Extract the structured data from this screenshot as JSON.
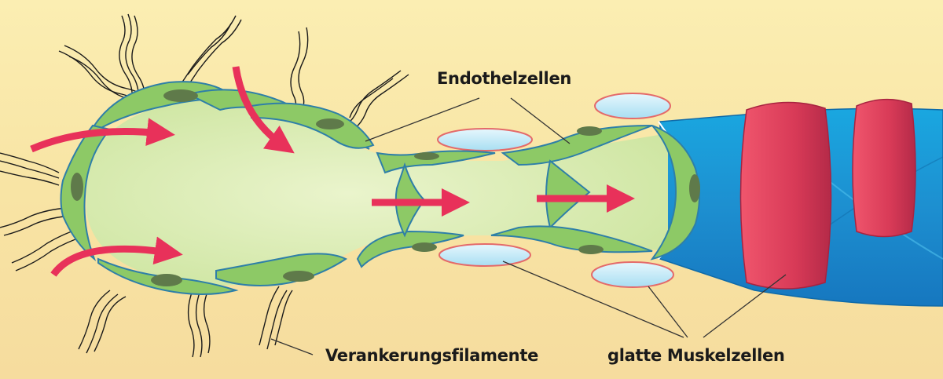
{
  "labels": {
    "endothelzellen": "Endothelzellen",
    "verankerungsfilamente": "Verankerungsfilamente",
    "glatte_muskelzellen": "glatte Muskelzellen"
  },
  "colors": {
    "background_top": "#f9e9a8",
    "background_bottom": "#f6dfa0",
    "lumen_fill": "#dbecb4",
    "endothelial_cell": "#8dc966",
    "cell_outline": "#2e7fa8",
    "nucleus": "#5f7a4a",
    "flow_arrow": "#e8315a",
    "valve_muscle": "#bfe7f5",
    "collecting_vessel": "#1e9fd8",
    "muscle_band": "#e34a63",
    "filament": "#1a1a1a"
  }
}
